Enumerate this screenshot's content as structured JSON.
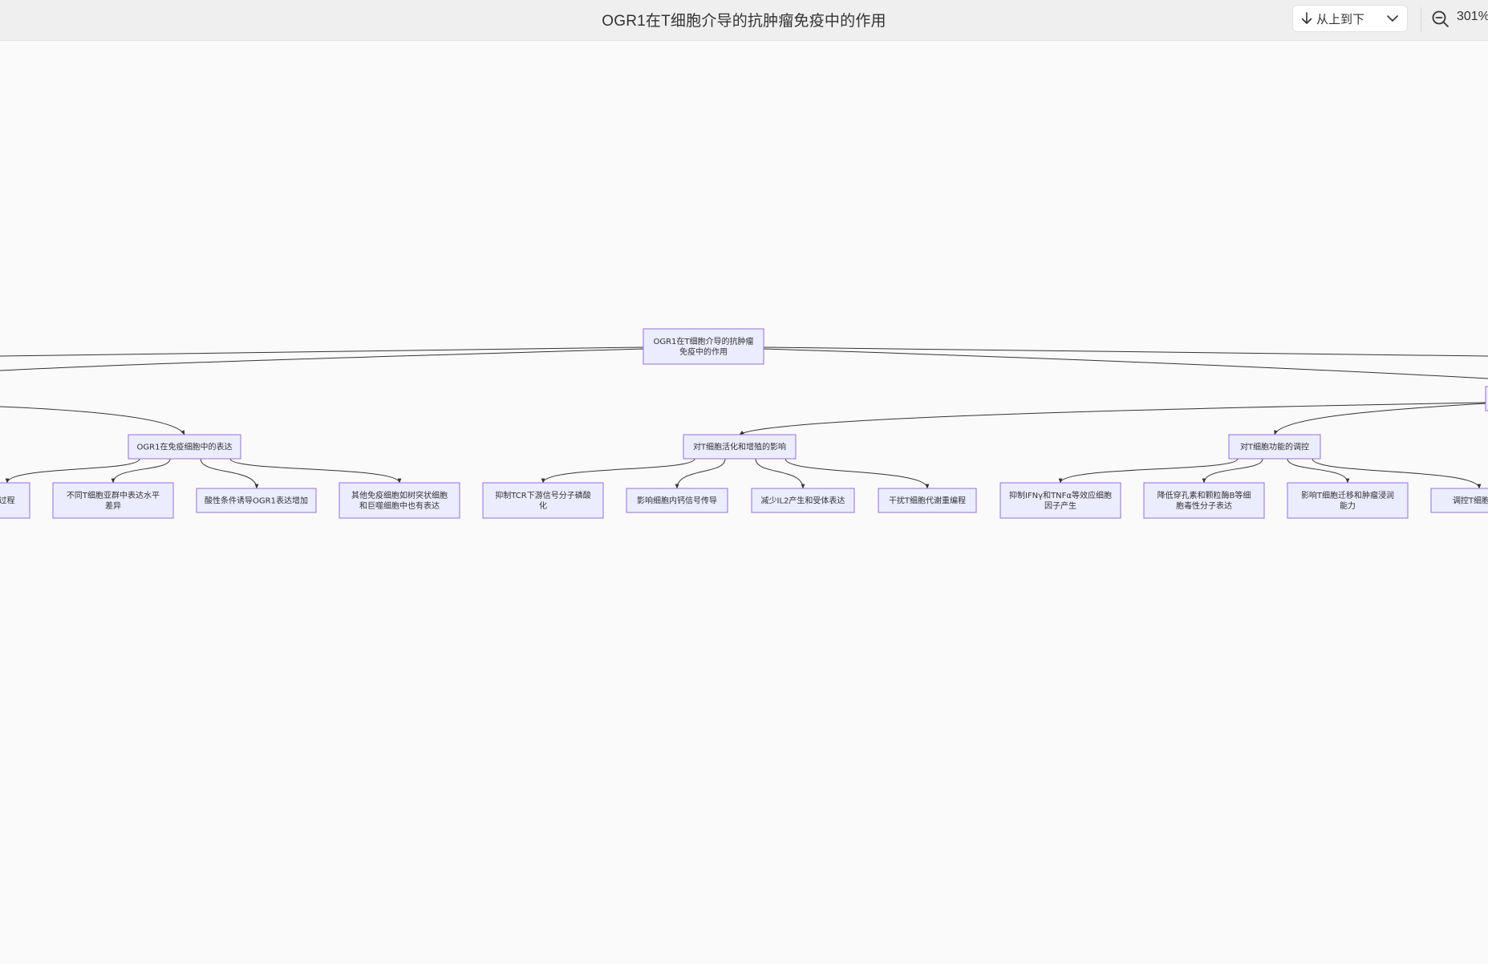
{
  "header": {
    "title": "OGR1在T细胞介导的抗肿瘤免疫中的作用",
    "direction_label": "从上到下",
    "zoom_level": "301%"
  },
  "icons": {
    "direction": "arrow-down-icon",
    "dropdown": "chevron-down-icon",
    "zoom_out": "zoom-out-icon"
  },
  "colors": {
    "node_fill": "#ececff",
    "node_border": "#9370db",
    "edge": "#333333"
  },
  "diagram": {
    "root": {
      "lines": [
        "OGR1在T细胞介导的抗肿瘤",
        "免疫中的作用"
      ]
    },
    "groups": [
      {
        "label": "OGR1在免疫细胞中的表达",
        "children": [
          {
            "lines": [
              "过程"
            ]
          },
          {
            "lines": [
              "不同T细胞亚群中表达水平",
              "差异"
            ]
          },
          {
            "lines": [
              "酸性条件诱导OGR1表达增加"
            ]
          },
          {
            "lines": [
              "其他免疫细胞如树突状细胞",
              "和巨噬细胞中也有表达"
            ]
          }
        ]
      },
      {
        "label": "对T细胞活化和增殖的影响",
        "children": [
          {
            "lines": [
              "抑制TCR下游信号分子磷酸",
              "化"
            ]
          },
          {
            "lines": [
              "影响细胞内钙信号传导"
            ]
          },
          {
            "lines": [
              "减少IL2产生和受体表达"
            ]
          },
          {
            "lines": [
              "干扰T细胞代谢重编程"
            ]
          }
        ]
      },
      {
        "label": "对T细胞功能的调控",
        "children": [
          {
            "lines": [
              "抑制IFNγ和TNFα等效应细胞",
              "因子产生"
            ]
          },
          {
            "lines": [
              "降低穿孔素和颗粒酶B等细",
              "胞毒性分子表达"
            ]
          },
          {
            "lines": [
              "影响T细胞迁移和肿瘤浸润",
              "能力"
            ]
          },
          {
            "lines": [
              "调控T细胞代谢"
            ]
          }
        ]
      }
    ]
  }
}
